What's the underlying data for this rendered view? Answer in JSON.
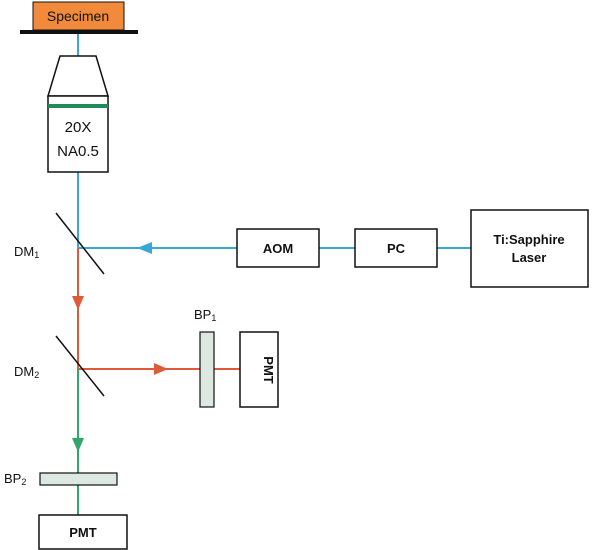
{
  "colors": {
    "laser_beam": "#3aa6d6",
    "red_beam": "#e05a3a",
    "green_beam": "#2ea86a",
    "specimen_fill": "#f28a3c",
    "filter_fill": "#dde8e3",
    "objective_band": "#1f8a5a"
  },
  "specimen": {
    "label": "Specimen"
  },
  "objective": {
    "line1": "20X",
    "line2": "NA0.5"
  },
  "dichroics": {
    "dm1": "DM",
    "dm1_sub": "1",
    "dm2": "DM",
    "dm2_sub": "2"
  },
  "filters": {
    "bp1": "BP",
    "bp1_sub": "1",
    "bp2": "BP",
    "bp2_sub": "2"
  },
  "boxes": {
    "aom": "AOM",
    "pc": "PC",
    "laser_line1": "Ti:Sapphire",
    "laser_line2": "Laser",
    "pmt_right": "PMT",
    "pmt_bottom": "PMT"
  }
}
